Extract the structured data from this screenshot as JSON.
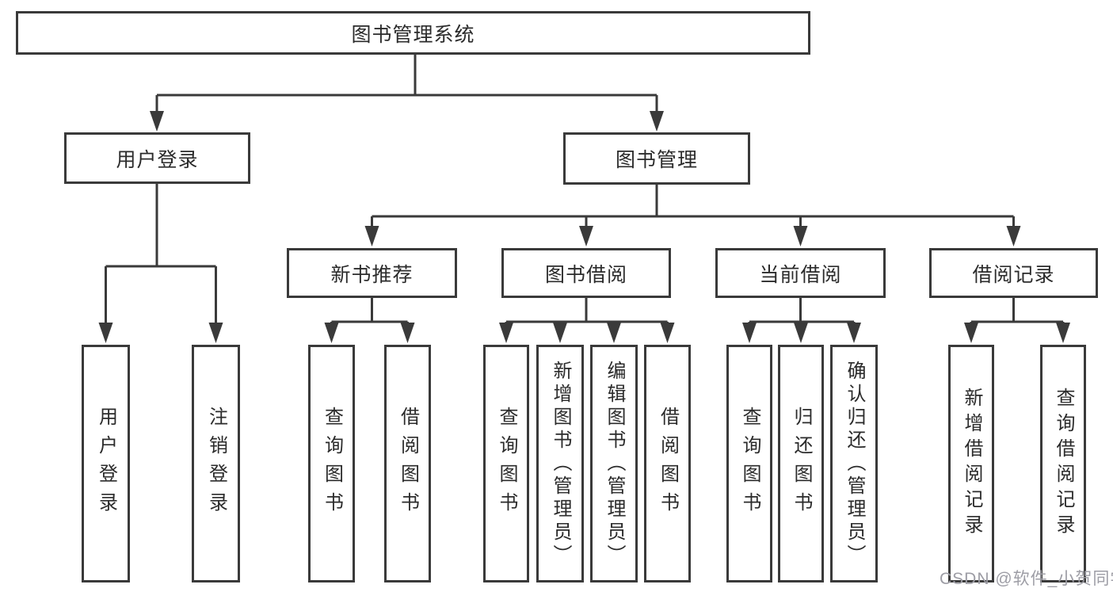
{
  "tree": {
    "root": "图书管理系统",
    "branches": [
      {
        "label": "用户登录",
        "children": [
          {
            "label": "用户登录"
          },
          {
            "label": "注销登录"
          }
        ]
      },
      {
        "label": "图书管理",
        "children": [
          {
            "label": "新书推荐",
            "children": [
              {
                "label": "查询图书"
              },
              {
                "label": "借阅图书"
              }
            ]
          },
          {
            "label": "图书借阅",
            "children": [
              {
                "label": "查询图书"
              },
              {
                "label": "新增图书（管理员）"
              },
              {
                "label": "编辑图书（管理员）"
              },
              {
                "label": "借阅图书"
              }
            ]
          },
          {
            "label": "当前借阅",
            "children": [
              {
                "label": "查询图书"
              },
              {
                "label": "归还图书"
              },
              {
                "label": "确认归还（管理员）"
              }
            ]
          },
          {
            "label": "借阅记录",
            "children": [
              {
                "label": "新增借阅记录"
              },
              {
                "label": "查询借阅记录"
              }
            ]
          }
        ]
      }
    ]
  },
  "watermark": {
    "text": "CSDN @软件_小贺同学"
  },
  "colors": {
    "line": "#3a3a3a",
    "text": "#2b2b2b",
    "bg": "#ffffff",
    "watermark": "#9d9da5"
  }
}
